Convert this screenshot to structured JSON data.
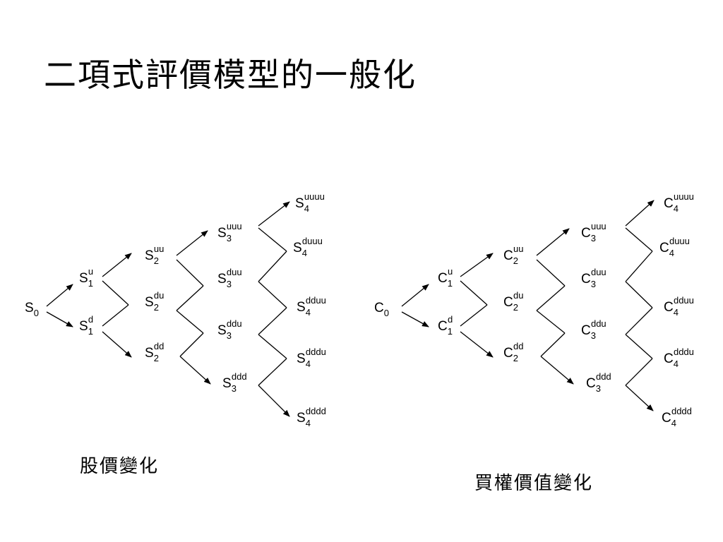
{
  "title": "二項式評價模型的一般化",
  "caption_left": "股價變化",
  "caption_right": "買權價值變化",
  "stock_tree": {
    "nodes": [
      {
        "id": "s0",
        "base": "S",
        "sub": "0",
        "sup": ""
      },
      {
        "id": "s1u",
        "base": "S",
        "sub": "1",
        "sup": "u"
      },
      {
        "id": "s1d",
        "base": "S",
        "sub": "1",
        "sup": "d"
      },
      {
        "id": "s2uu",
        "base": "S",
        "sub": "2",
        "sup": "uu"
      },
      {
        "id": "s2du",
        "base": "S",
        "sub": "2",
        "sup": "du"
      },
      {
        "id": "s2dd",
        "base": "S",
        "sub": "2",
        "sup": "dd"
      },
      {
        "id": "s3uuu",
        "base": "S",
        "sub": "3",
        "sup": "uuu"
      },
      {
        "id": "s3duu",
        "base": "S",
        "sub": "3",
        "sup": "duu"
      },
      {
        "id": "s3ddu",
        "base": "S",
        "sub": "3",
        "sup": "ddu"
      },
      {
        "id": "s3ddd",
        "base": "S",
        "sub": "3",
        "sup": "ddd"
      },
      {
        "id": "s4uuuu",
        "base": "S",
        "sub": "4",
        "sup": "uuuu"
      },
      {
        "id": "s4duuu",
        "base": "S",
        "sub": "4",
        "sup": "duuu"
      },
      {
        "id": "s4dduu",
        "base": "S",
        "sub": "4",
        "sup": "dduu"
      },
      {
        "id": "s4dddu",
        "base": "S",
        "sub": "4",
        "sup": "dddu"
      },
      {
        "id": "s4dddd",
        "base": "S",
        "sub": "4",
        "sup": "dddd"
      }
    ]
  },
  "call_tree": {
    "nodes": [
      {
        "id": "c0",
        "base": "C",
        "sub": "0",
        "sup": ""
      },
      {
        "id": "c1u",
        "base": "C",
        "sub": "1",
        "sup": "u"
      },
      {
        "id": "c1d",
        "base": "C",
        "sub": "1",
        "sup": "d"
      },
      {
        "id": "c2uu",
        "base": "C",
        "sub": "2",
        "sup": "uu"
      },
      {
        "id": "c2du",
        "base": "C",
        "sub": "2",
        "sup": "du"
      },
      {
        "id": "c2dd",
        "base": "C",
        "sub": "2",
        "sup": "dd"
      },
      {
        "id": "c3uuu",
        "base": "C",
        "sub": "3",
        "sup": "uuu"
      },
      {
        "id": "c3duu",
        "base": "C",
        "sub": "3",
        "sup": "duu"
      },
      {
        "id": "c3ddu",
        "base": "C",
        "sub": "3",
        "sup": "ddu"
      },
      {
        "id": "c3ddd",
        "base": "C",
        "sub": "3",
        "sup": "ddd"
      },
      {
        "id": "c4uuuu",
        "base": "C",
        "sub": "4",
        "sup": "uuuu"
      },
      {
        "id": "c4duuu",
        "base": "C",
        "sub": "4",
        "sup": "duuu"
      },
      {
        "id": "c4dduu",
        "base": "C",
        "sub": "4",
        "sup": "dduu"
      },
      {
        "id": "c4dddu",
        "base": "C",
        "sub": "4",
        "sup": "dddu"
      },
      {
        "id": "c4dddd",
        "base": "C",
        "sub": "4",
        "sup": "dddd"
      }
    ]
  }
}
